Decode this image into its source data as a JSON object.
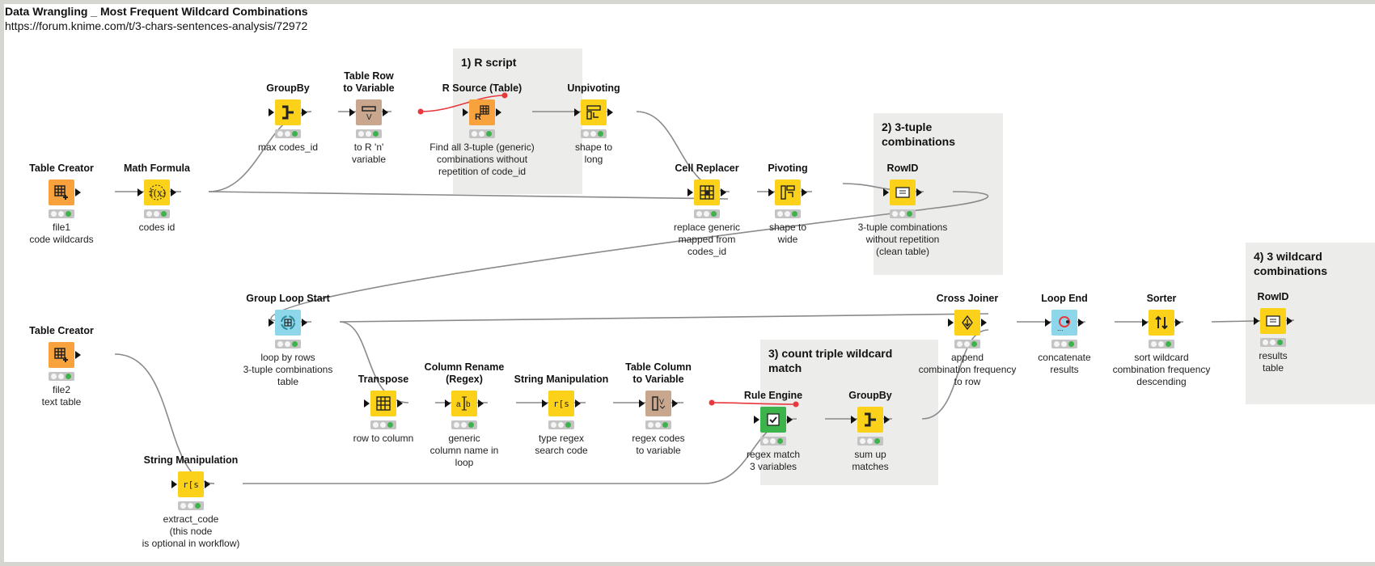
{
  "workflow": {
    "title": "Data Wrangling _ Most Frequent Wildcard Combinations",
    "url": "https://forum.knime.com/t/3-chars-sentences-analysis/72972"
  },
  "annotations": [
    {
      "id": "r-script",
      "label": "1) R script"
    },
    {
      "id": "tuple",
      "label": "2) 3-tuple\ncombinations"
    },
    {
      "id": "count",
      "label": "3) count triple wildcard\nmatch"
    },
    {
      "id": "wild",
      "label": "4) 3 wildcard\ncombinations"
    }
  ],
  "colors": {
    "manipulator": "#fbd11a",
    "source": "#f7a23c",
    "flow_variable": "#c9a78e",
    "loop": "#8ed7ea",
    "rule": "#3cb44b",
    "variable_connection": "#e8383d",
    "connection": "#888888"
  },
  "nodes": [
    {
      "id": "table-creator-1",
      "name": "Table Creator",
      "desc": "file1\ncode wildcards",
      "icon": "table-creator-icon",
      "color": "orange"
    },
    {
      "id": "math-formula",
      "name": "Math Formula",
      "desc": "codes id",
      "icon": "math-formula-icon",
      "color": "yellow"
    },
    {
      "id": "groupby-1",
      "name": "GroupBy",
      "desc": "max codes_id",
      "icon": "groupby-icon",
      "color": "yellow"
    },
    {
      "id": "table-row-to-var",
      "name": "Table Row\nto Variable",
      "desc": "to R 'n'\nvariable",
      "icon": "row-to-variable-icon",
      "color": "brown"
    },
    {
      "id": "r-source",
      "name": "R Source (Table)",
      "desc": "Find all 3-tuple (generic)\ncombinations  without\nrepetition of code_id",
      "icon": "r-source-icon",
      "color": "orange"
    },
    {
      "id": "unpivoting",
      "name": "Unpivoting",
      "desc": "shape to\nlong",
      "icon": "unpivot-icon",
      "color": "yellow"
    },
    {
      "id": "cell-replacer",
      "name": "Cell Replacer",
      "desc": "replace generic\nmapped from\ncodes_id",
      "icon": "cell-replacer-icon",
      "color": "yellow"
    },
    {
      "id": "pivoting",
      "name": "Pivoting",
      "desc": "shape to\nwide",
      "icon": "pivot-icon",
      "color": "yellow"
    },
    {
      "id": "rowid-1",
      "name": "RowID",
      "desc": "3-tuple combinations\nwithout repetition\n(clean table)",
      "icon": "rowid-icon",
      "color": "yellow"
    },
    {
      "id": "group-loop-start",
      "name": "Group Loop Start",
      "desc": "loop by rows\n3-tuple combinations\ntable",
      "icon": "loop-start-icon",
      "color": "cyan"
    },
    {
      "id": "table-creator-2",
      "name": "Table Creator",
      "desc": "file2\ntext table",
      "icon": "table-creator-icon",
      "color": "orange"
    },
    {
      "id": "transpose",
      "name": "Transpose",
      "desc": "row to column",
      "icon": "transpose-icon",
      "color": "yellow"
    },
    {
      "id": "column-rename",
      "name": "Column Rename\n(Regex)",
      "desc": "generic\ncolumn name in\nloop",
      "icon": "column-rename-icon",
      "color": "yellow"
    },
    {
      "id": "string-manip-1",
      "name": "String Manipulation",
      "desc": "type regex\nsearch code",
      "icon": "string-manipulation-icon",
      "color": "yellow"
    },
    {
      "id": "table-col-to-var",
      "name": "Table Column\nto Variable",
      "desc": "regex codes\nto variable",
      "icon": "column-to-variable-icon",
      "color": "brown"
    },
    {
      "id": "rule-engine",
      "name": "Rule Engine",
      "desc": "regex match\n3 variables",
      "icon": "rule-engine-icon",
      "color": "green"
    },
    {
      "id": "groupby-2",
      "name": "GroupBy",
      "desc": "sum up\nmatches",
      "icon": "groupby-icon",
      "color": "yellow"
    },
    {
      "id": "cross-joiner",
      "name": "Cross Joiner",
      "desc": "append\ncombination frequency\nto row",
      "icon": "cross-joiner-icon",
      "color": "yellow"
    },
    {
      "id": "loop-end",
      "name": "Loop End",
      "desc": "concatenate\nresults",
      "icon": "loop-end-icon",
      "color": "cyan"
    },
    {
      "id": "sorter",
      "name": "Sorter",
      "desc": "sort wildcard\ncombination frequency\ndescending",
      "icon": "sorter-icon",
      "color": "yellow"
    },
    {
      "id": "rowid-2",
      "name": "RowID",
      "desc": "results\ntable",
      "icon": "rowid-icon",
      "color": "yellow"
    },
    {
      "id": "string-manip-2",
      "name": "String Manipulation",
      "desc": "extract_code\n(this node\nis optional in workflow)",
      "icon": "string-manipulation-icon",
      "color": "yellow"
    }
  ]
}
